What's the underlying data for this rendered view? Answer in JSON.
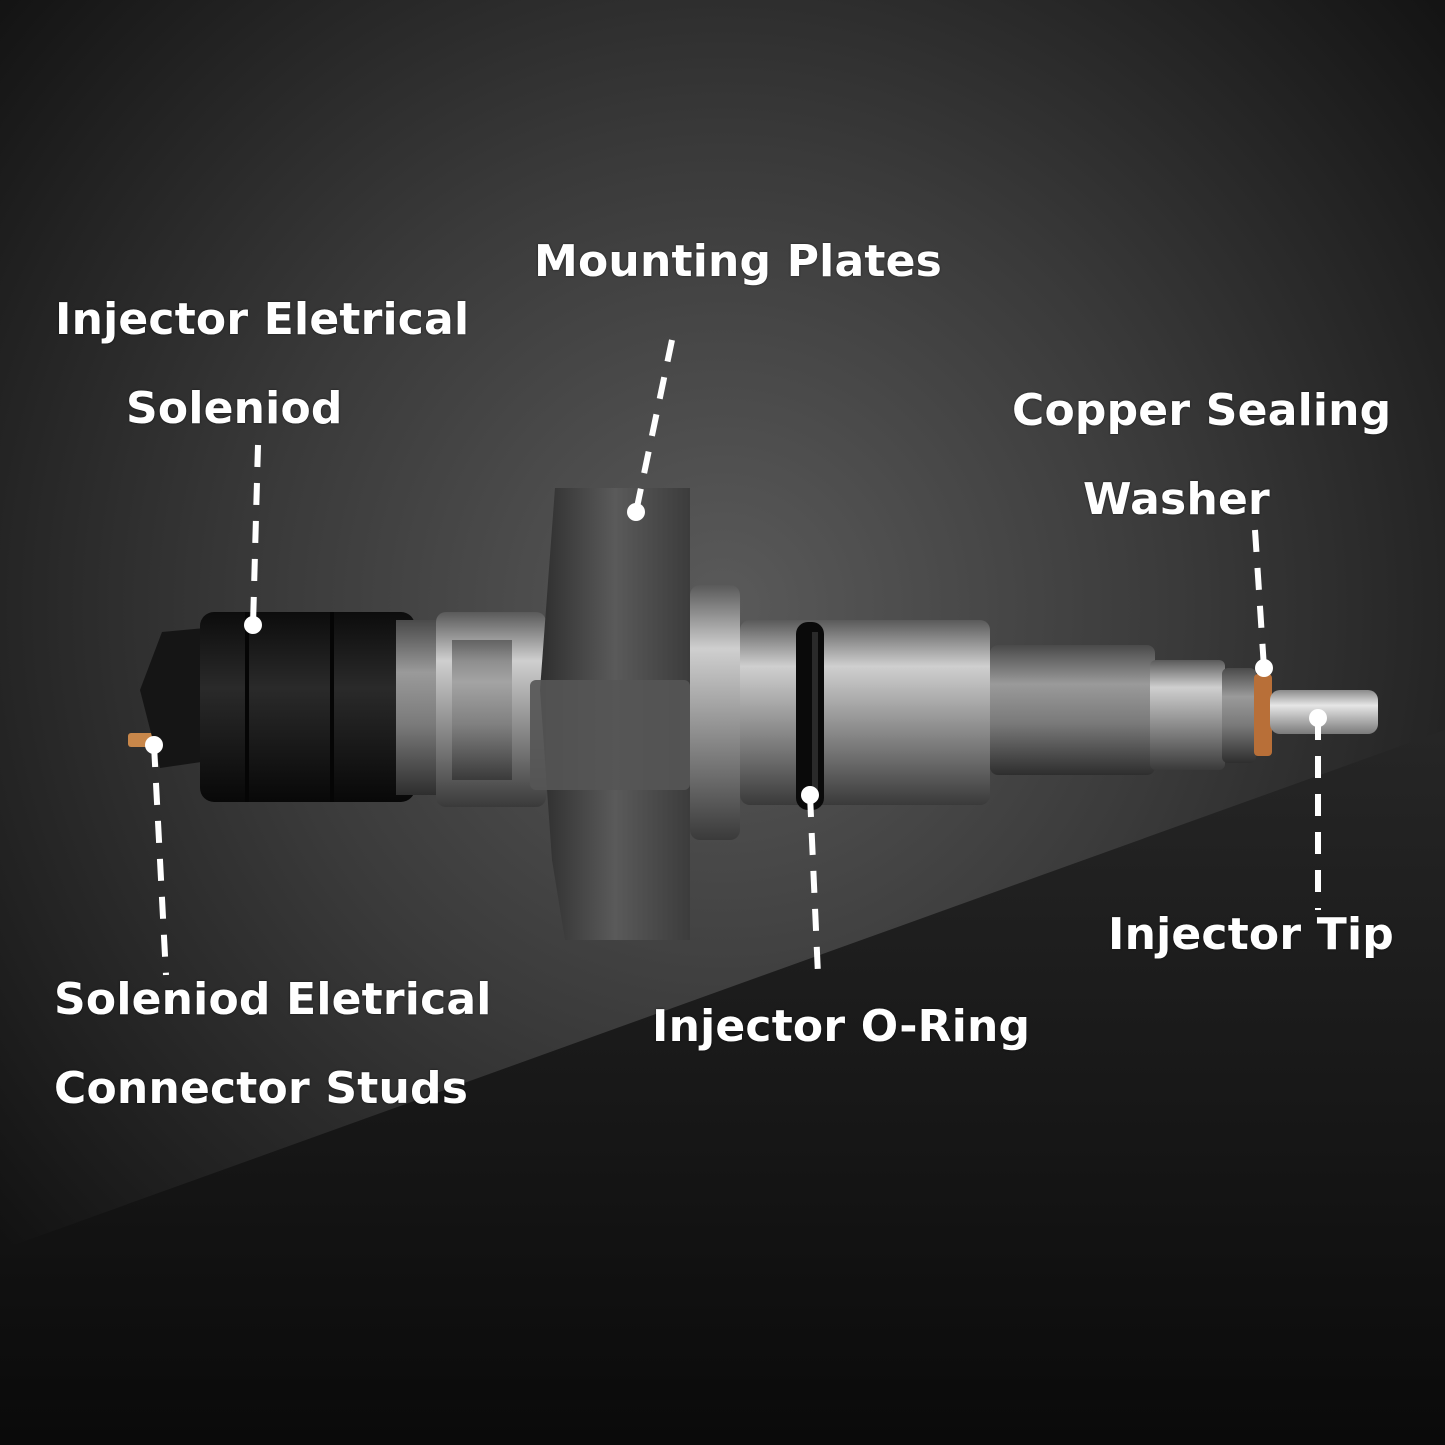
{
  "labels": {
    "mounting_plates": "Mounting Plates",
    "injector_electrical_line1": "Injector Eletrical",
    "injector_electrical_line2": "Soleniod",
    "copper_sealing_line1": "Copper Sealing",
    "copper_sealing_line2": "Washer",
    "solenoid_studs_line1": "Soleniod Eletrical",
    "solenoid_studs_line2": "Connector Studs",
    "o_ring": "Injector O-Ring",
    "injector_tip": "Injector Tip"
  },
  "colors": {
    "background_dark": "#0d0d0d",
    "background_mid": "#4a4a4a",
    "label_text": "#ffffff",
    "leader_line": "#ffffff",
    "injector_body": "#8c8c8c",
    "solenoid_cap": "#1a1a1a",
    "copper_stud": "#c8874a",
    "o_ring": "#0a0a0a",
    "mounting_plate": "#4e4e4e"
  }
}
